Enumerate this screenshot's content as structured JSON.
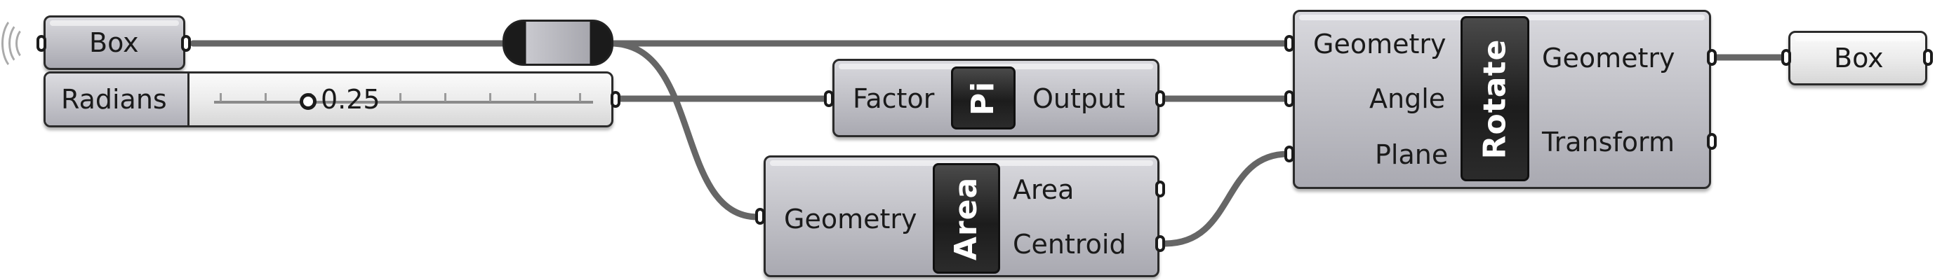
{
  "nodes": {
    "box_param_left": {
      "label": "Box"
    },
    "radians_slider": {
      "label": "Radians",
      "value": "0.25"
    },
    "pi": {
      "input": "Factor",
      "icon": "Pi",
      "output": "Output"
    },
    "area": {
      "input": "Geometry",
      "icon": "Area",
      "output_area": "Area",
      "output_centroid": "Centroid"
    },
    "rotate": {
      "input_geometry": "Geometry",
      "input_angle": "Angle",
      "input_plane": "Plane",
      "icon": "Rotate",
      "output_geometry": "Geometry",
      "output_transform": "Transform"
    },
    "box_param_right": {
      "label": "Box"
    }
  },
  "colors": {
    "wire": "#666666",
    "node_border": "#2b2b2b",
    "icon_bg": "#1c1c1c"
  },
  "icons": [
    "wireless-source-icon",
    "relay-icon",
    "slider-knob-icon"
  ]
}
